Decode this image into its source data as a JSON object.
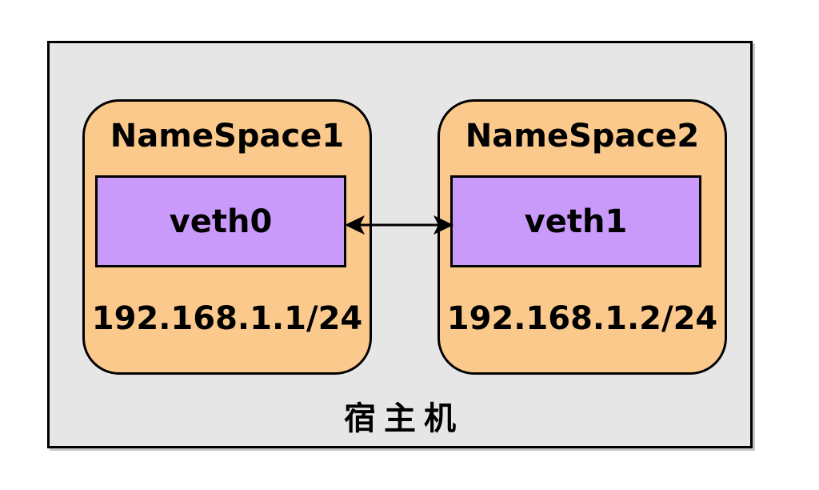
{
  "host": {
    "label": "宿主机",
    "fill_color": "#e6e6e6",
    "border_color": "#000000"
  },
  "namespaces": [
    {
      "name": "NameSpace1",
      "interface": {
        "label": "veth0"
      },
      "ip": "192.168.1.1/24"
    },
    {
      "name": "NameSpace2",
      "interface": {
        "label": "veth1"
      },
      "ip": "192.168.1.2/24"
    }
  ],
  "link": {
    "type": "veth-pair",
    "style": "double-headed-arrow",
    "color": "#000000"
  },
  "colors": {
    "namespace_fill": "#fbc98c",
    "interface_fill": "#c99afa",
    "page_background": "#ffffff"
  }
}
